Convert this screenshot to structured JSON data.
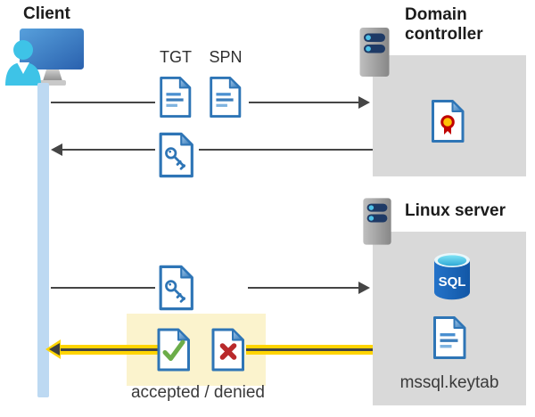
{
  "client": {
    "label": "Client"
  },
  "domain_controller": {
    "label": "Domain controller"
  },
  "linux_server": {
    "label": "Linux server",
    "sql_badge": "SQL",
    "keytab_label": "mssql.keytab"
  },
  "messages": {
    "tgt_label": "TGT",
    "spn_label": "SPN",
    "result_label": "accepted / denied"
  },
  "flows": [
    {
      "from": "client",
      "to": "domain-controller",
      "direction": "right",
      "items": [
        "TGT",
        "SPN"
      ]
    },
    {
      "from": "domain-controller",
      "to": "client",
      "direction": "left",
      "items": [
        "key-document"
      ]
    },
    {
      "from": "client",
      "to": "linux-server",
      "direction": "right",
      "items": [
        "key-document"
      ]
    },
    {
      "from": "linux-server",
      "to": "client",
      "direction": "left",
      "highlighted": true,
      "items": [
        "accepted-document",
        "denied-document"
      ]
    }
  ],
  "colors": {
    "doc-blue": "#2E75B6",
    "doc-line-blue": "#5B9BD5",
    "box-gray": "#D9D9D9",
    "lifeline-blue": "#BDD9F2",
    "arrow-gray": "#454545",
    "hl-yellow-pale": "#FBF3CD",
    "hl-yellow-strong": "#FFD400",
    "check-green": "#6CAD49",
    "cross-red": "#B9292B",
    "cert-gold": "#FFC107",
    "cert-red": "#C00000",
    "sql-blue": "#1B63B6",
    "person-cyan": "#3EC3E7"
  }
}
